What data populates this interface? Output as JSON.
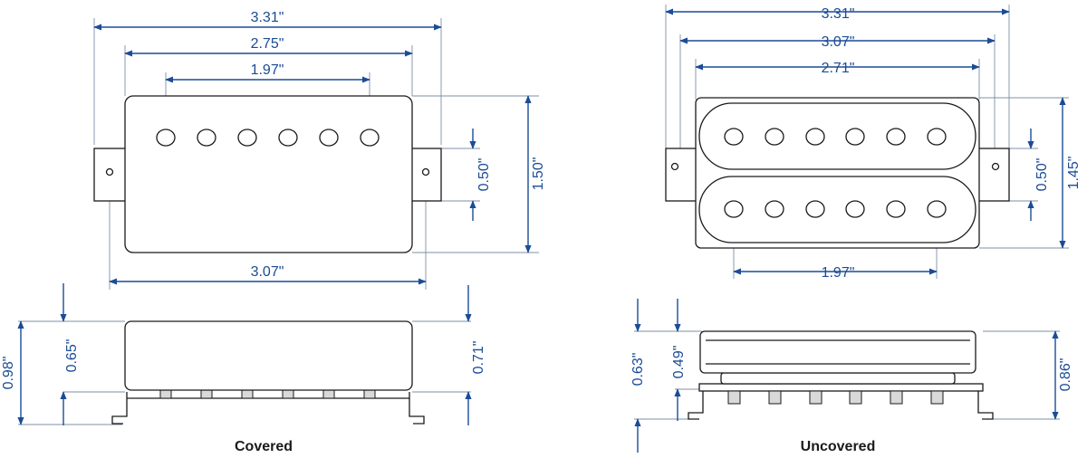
{
  "covered": {
    "caption": "Covered",
    "dims": {
      "total_width": "3.31\"",
      "cover_width": "2.75\"",
      "pole_spacing": "1.97\"",
      "mount_spacing": "3.07\"",
      "height": "1.50\"",
      "tab_height": "0.50\"",
      "side_total": "0.98\"",
      "side_cover": "0.65\"",
      "side_right": "0.71\""
    }
  },
  "uncovered": {
    "caption": "Uncovered",
    "dims": {
      "total_width": "3.31\"",
      "mount_spacing": "3.07\"",
      "bobbin_width": "2.71\"",
      "pole_spacing": "1.97\"",
      "tab_height": "0.50\"",
      "height": "1.45\"",
      "side_left": "0.63\"",
      "side_bobbin": "0.49\"",
      "side_total": "0.86\""
    }
  },
  "colors": {
    "dimension": "#1b4c96",
    "outline": "#1a1a1a"
  }
}
